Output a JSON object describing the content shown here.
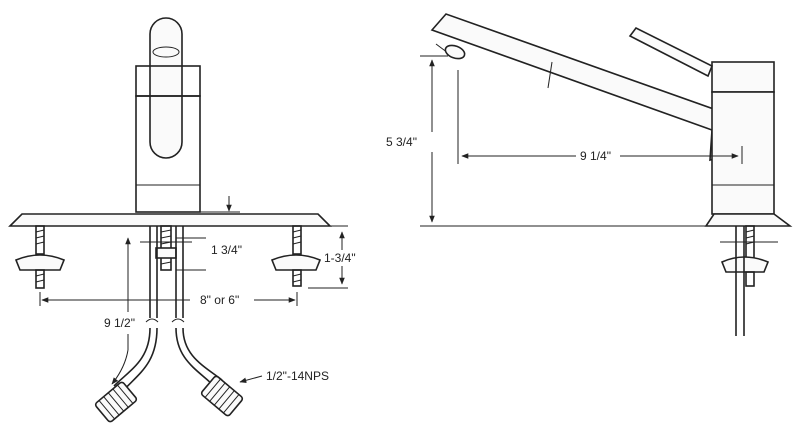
{
  "front_view": {
    "dim_riser": "1 3/4\"",
    "dim_shank": "1-3/4\"",
    "dim_spacing": "8\" or 6\"",
    "dim_hose": "9 1/2\"",
    "thread_spec": "1/2\"-14NPS"
  },
  "side_view": {
    "dim_height": "5 3/4\"",
    "dim_reach": "9 1/4\""
  }
}
